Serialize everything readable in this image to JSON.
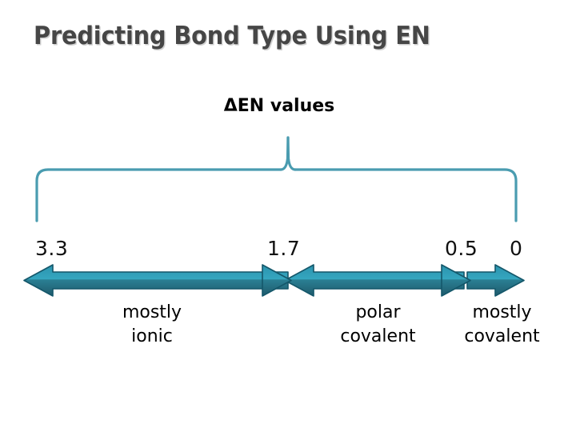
{
  "slide": {
    "background_color": "#ffffff",
    "title": "Predicting Bond Type Using EN",
    "title_color": "#464646",
    "subtitle": "ΔEN values",
    "accent_teal_light": "#2e9cb8",
    "accent_teal_dark": "#256b7d",
    "brace_color": "#4a9cb0"
  },
  "scale": {
    "tick_labels": [
      "3.3",
      "1.7",
      "0.5",
      "0"
    ],
    "values": [
      3.3,
      1.7,
      0.5,
      0
    ]
  },
  "regions": [
    {
      "name": "mostly-ionic",
      "line1": "mostly",
      "line2": "ionic"
    },
    {
      "name": "polar-covalent",
      "line1": "polar",
      "line2": "covalent"
    },
    {
      "name": "mostly-covalent",
      "line1": "mostly",
      "line2": "covalent"
    }
  ],
  "icons": {
    "brace": "curly-brace-icon",
    "arrow_left": "arrow-left-icon",
    "arrow_right": "arrow-right-icon",
    "double_arrow": "double-arrow-band-icon"
  }
}
